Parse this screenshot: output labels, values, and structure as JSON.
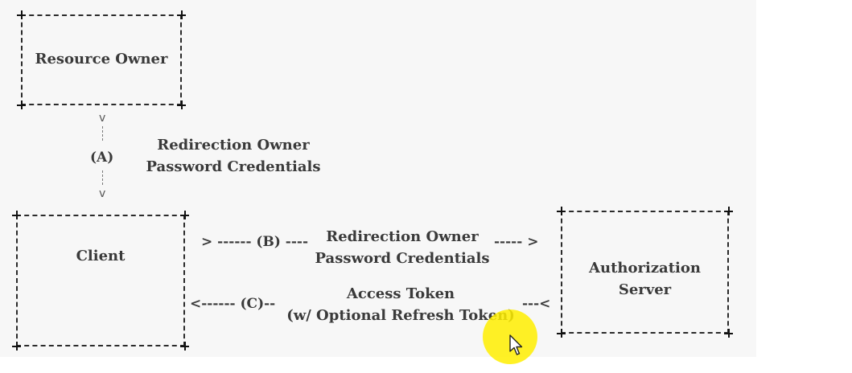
{
  "nodes": {
    "resource_owner": "Resource Owner",
    "client": "Client",
    "authorization_server": [
      "Authorization",
      "Server"
    ]
  },
  "step_a": {
    "marker_top": "v",
    "label": "(A)",
    "marker_bottom": "v",
    "text": [
      "Redirection Owner",
      "Password Credentials"
    ]
  },
  "step_b": {
    "start": "> ------ (B) ----",
    "text": [
      "Redirection Owner",
      "Password Credentials"
    ],
    "end": "----- >"
  },
  "step_c": {
    "start": "<------ (C)--",
    "text": [
      "Access Token",
      "(w/ Optional Refresh Token)"
    ],
    "end": "---<"
  },
  "colors": {
    "highlight": "#ffee00"
  },
  "icons": [
    "mouse-pointer-icon"
  ]
}
